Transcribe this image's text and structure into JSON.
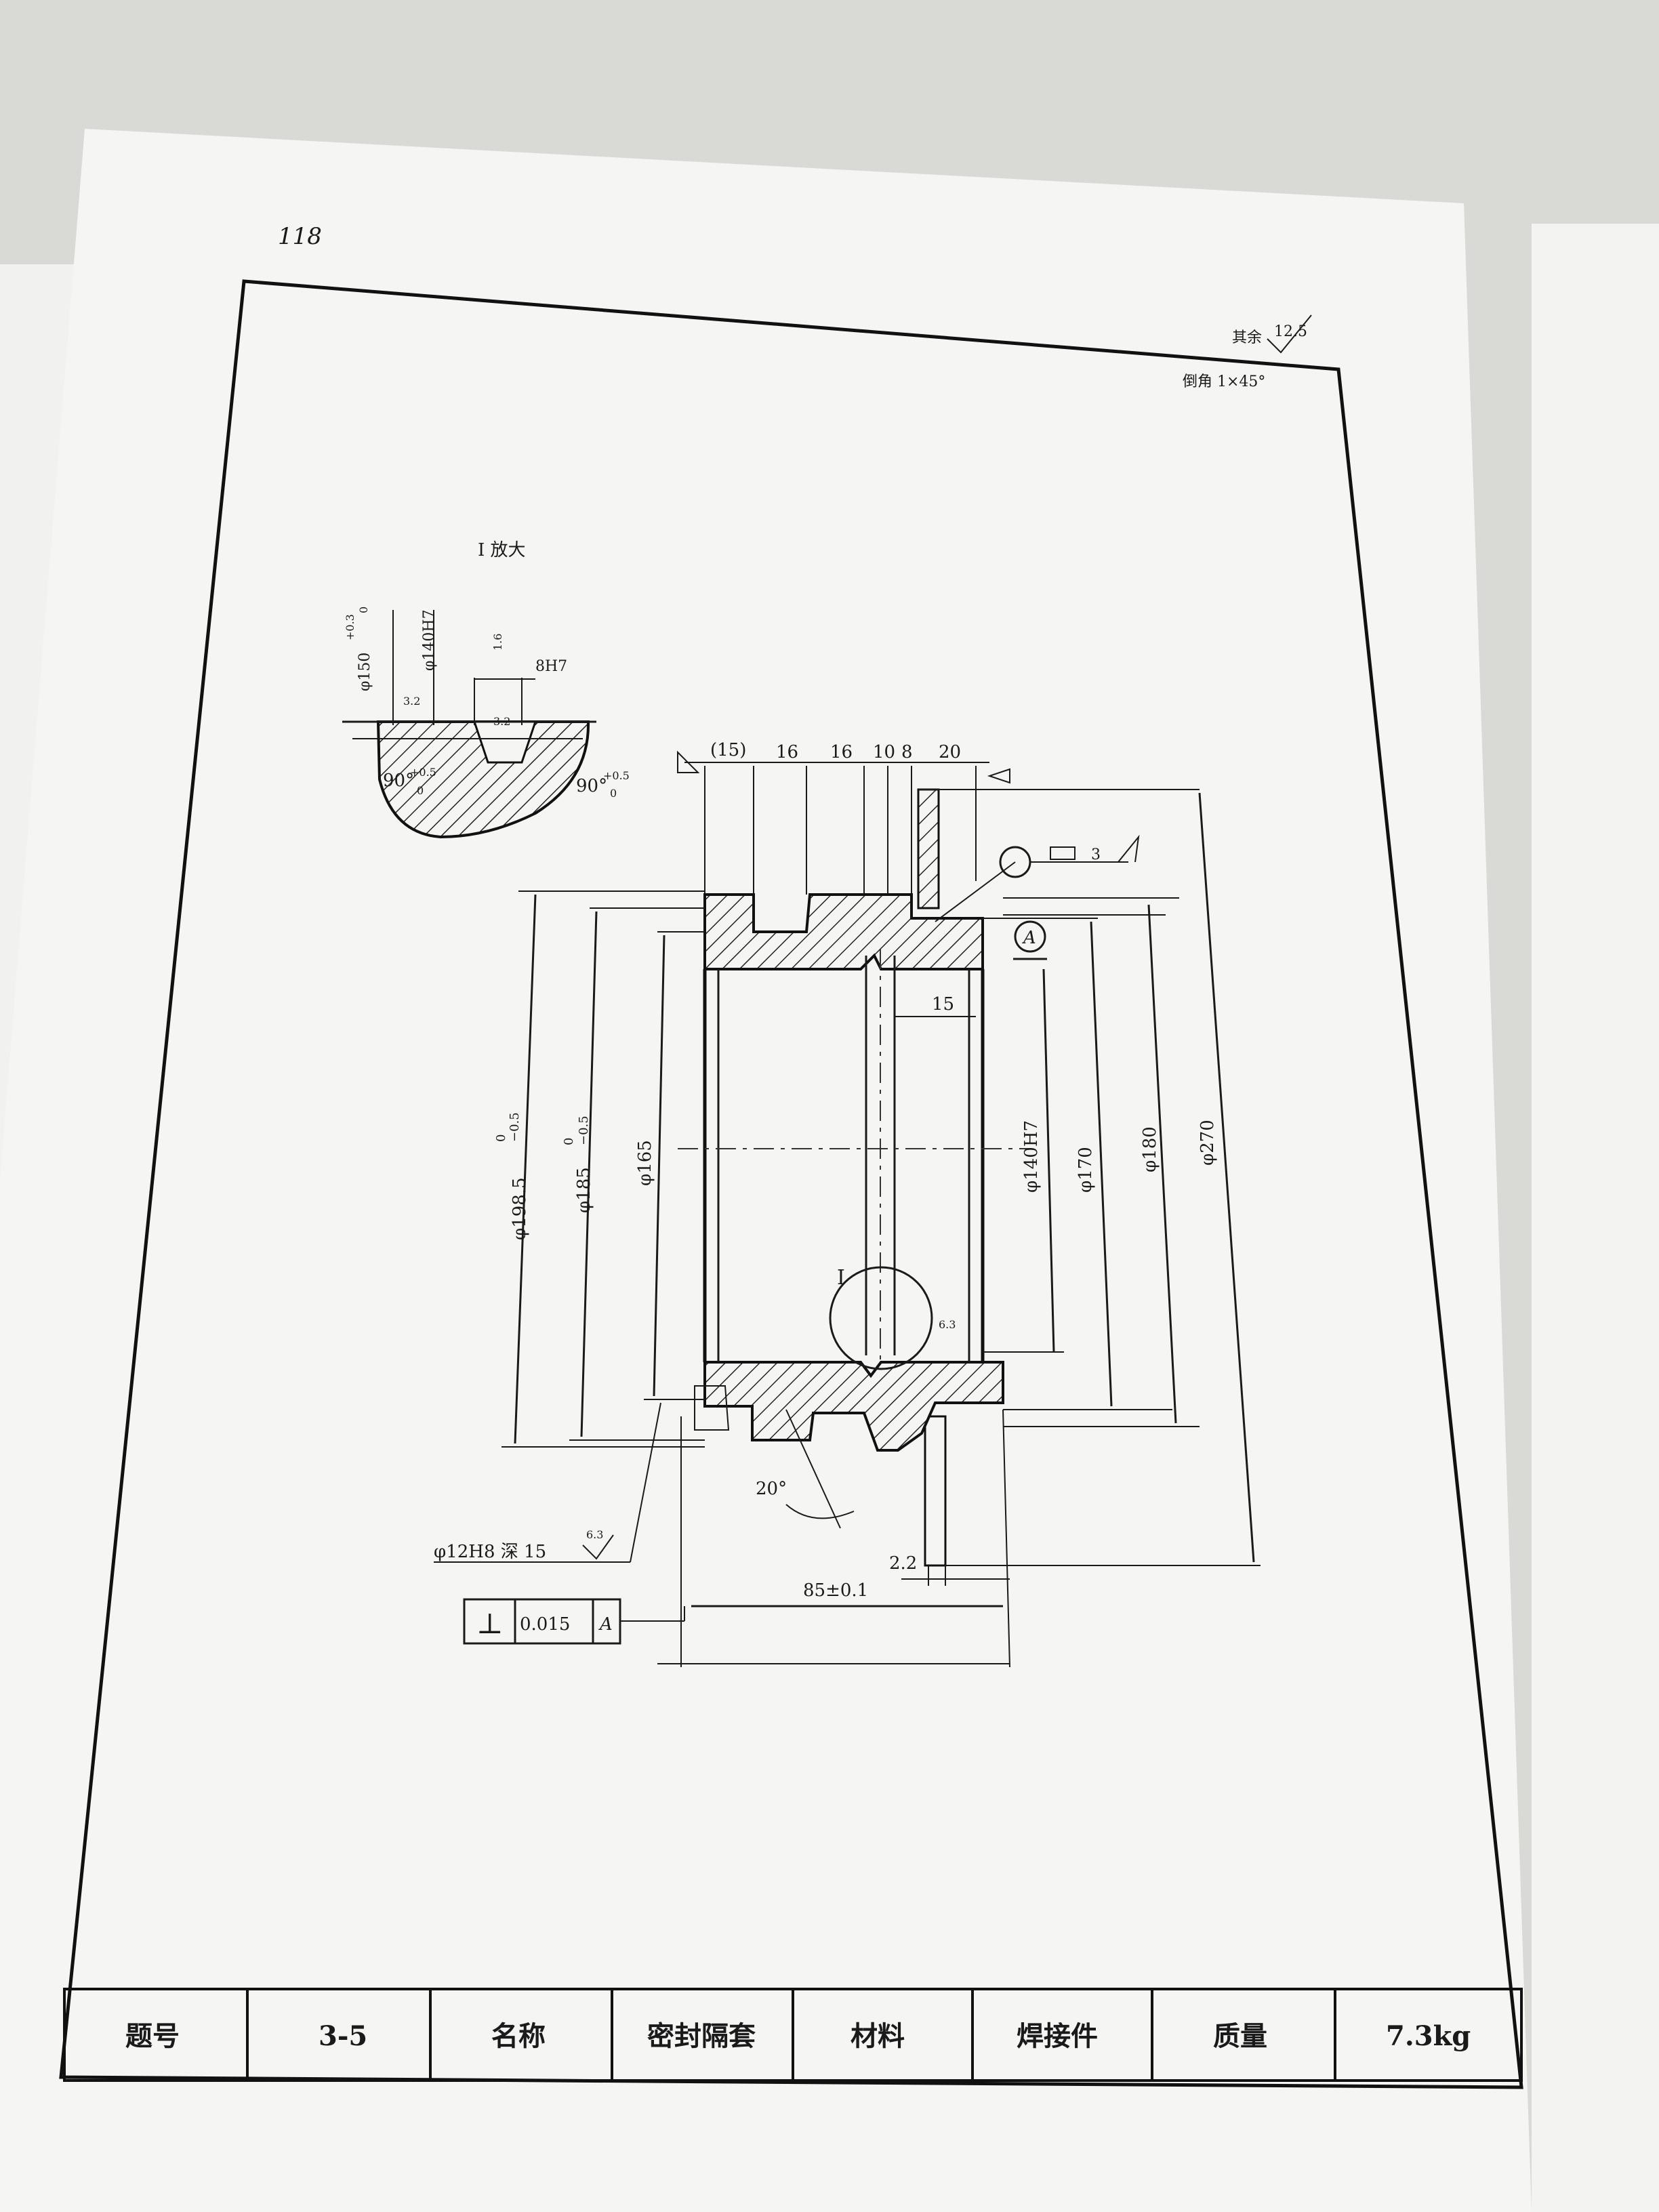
{
  "page_number": "118",
  "notes": {
    "other_prefix": "其余",
    "other_roughness": "12.5",
    "chamfer": "倒角 1×45°"
  },
  "detail": {
    "title": "I 放大",
    "dia150": "φ150",
    "dia150_tol_upper": "+0.3",
    "dia150_tol_lower": "0",
    "dia140": "φ140H7",
    "groove": "8H7",
    "angle_left": "90°",
    "angle_right": "90°",
    "angle_tol_upper": "+0.5",
    "angle_tol_lower": "0",
    "roughness_a": "3.2",
    "roughness_b": "3.2",
    "roughness_c": "1.6"
  },
  "main": {
    "top_dims": [
      "(15)",
      "16",
      "16",
      "10",
      "8",
      "20"
    ],
    "dim_15": "15",
    "weld_3": "3",
    "datum_a": "A",
    "left_dims": {
      "d1985": "φ198.5",
      "d1985_tol_u": "0",
      "d1985_tol_l": "−0.5",
      "d185": "φ185",
      "d185_tol_u": "0",
      "d185_tol_l": "−0.5",
      "d165": "φ165"
    },
    "right_dims": {
      "d140": "φ140H7",
      "d170": "φ170",
      "d180": "φ180",
      "d270": "φ270"
    },
    "detail_mark": "I",
    "roughness_63": "6.3",
    "angle_20": "20°",
    "hole_note": "φ12H8 深 15",
    "hole_roughness": "6.3",
    "dim_22": "2.2",
    "dim_85": "85±0.1",
    "tol_symbol": "⊥",
    "tol_value": "0.015",
    "tol_datum": "A"
  },
  "title_block": {
    "cells": [
      "题号",
      "3-5",
      "名称",
      "密封隔套",
      "材料",
      "焊接件",
      "质量",
      "7.3kg"
    ]
  }
}
